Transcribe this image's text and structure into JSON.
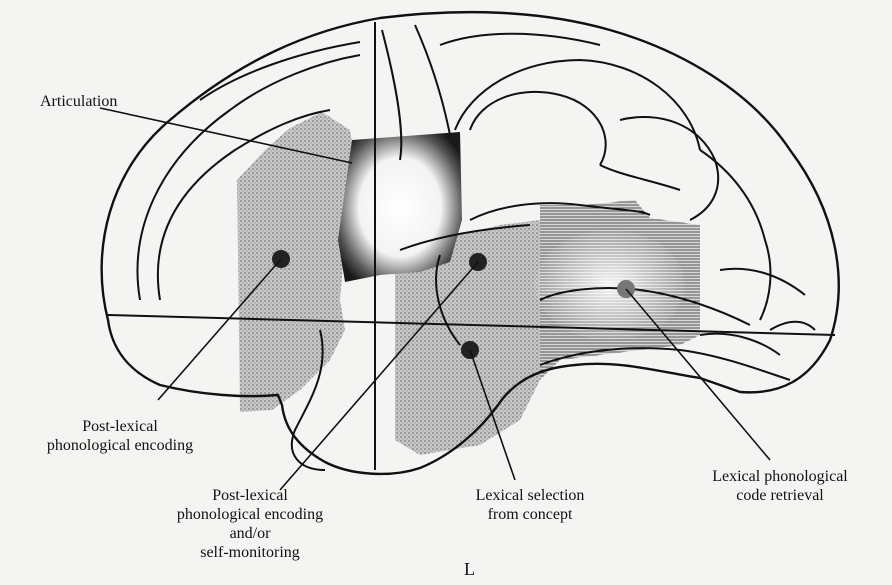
{
  "labels": {
    "articulation": "Articulation",
    "post_lexical_1": [
      "Post-lexical",
      "phonological encoding"
    ],
    "post_lexical_2": [
      "Post-lexical",
      "phonological encoding",
      "and/or",
      "self-monitoring"
    ],
    "lexical_selection": [
      "Lexical selection",
      "from concept"
    ],
    "lexical_code": [
      "Lexical phonological",
      "code retrieval"
    ],
    "hemisphere": "L"
  },
  "colors": {
    "background": "#f4f4f2",
    "outline": "#111111",
    "dot": "#222222",
    "articulation_region": "#1a1a1a"
  }
}
